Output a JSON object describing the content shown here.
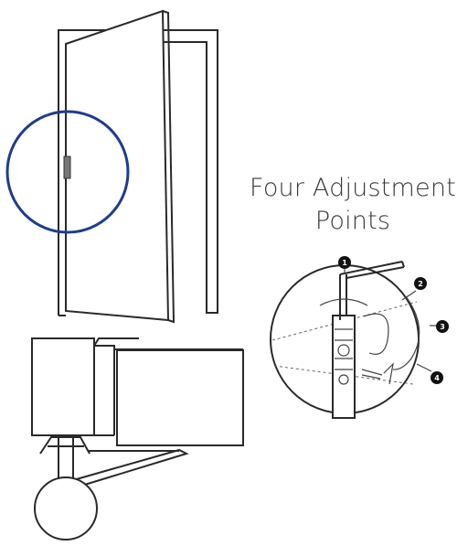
{
  "caption": {
    "line1": "Four Adjustment",
    "line2": "Points"
  },
  "badges": [
    "1",
    "2",
    "3",
    "4"
  ],
  "colors": {
    "highlight_circle": "#1f3c8f",
    "line": "#2a2a2a",
    "hinge": "#777777"
  }
}
